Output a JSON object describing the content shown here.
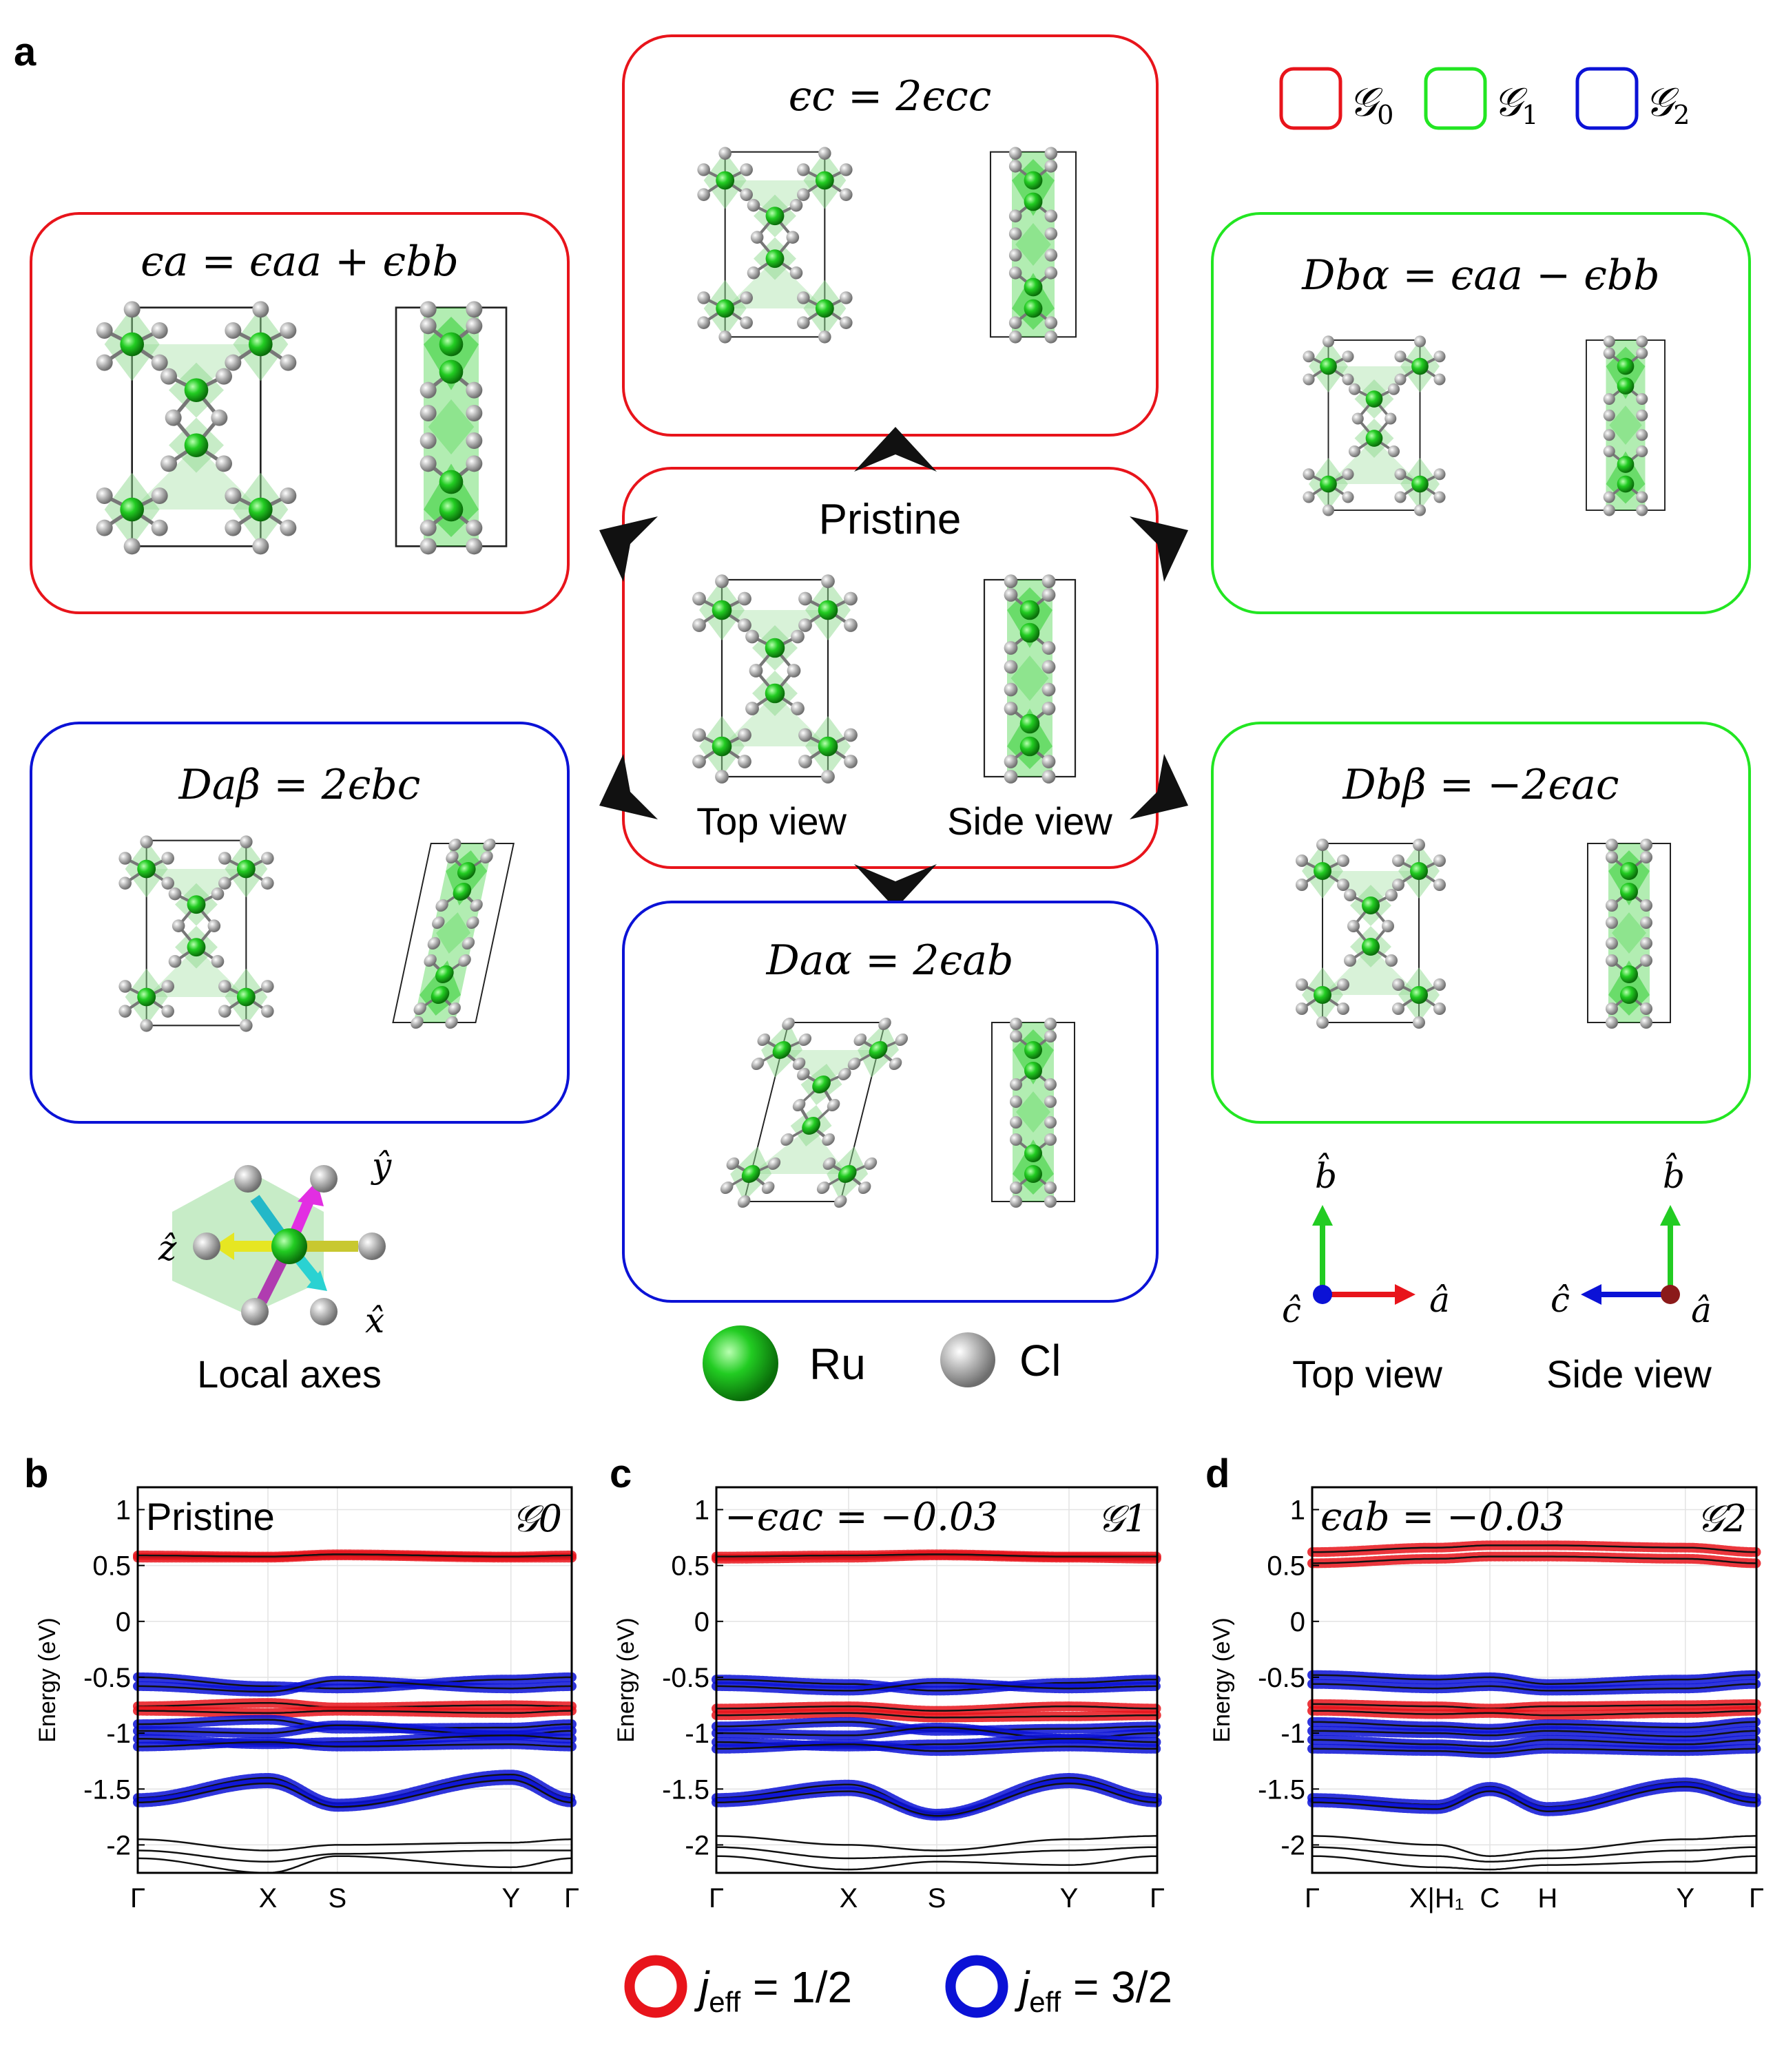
{
  "panel_labels": {
    "a": "a",
    "b": "b",
    "c": "c",
    "d": "d"
  },
  "group_legend": [
    {
      "symbol": "𝒢",
      "sub": "0",
      "color": "#e8141b"
    },
    {
      "symbol": "𝒢",
      "sub": "1",
      "color": "#22e622"
    },
    {
      "symbol": "𝒢",
      "sub": "2",
      "color": "#0b12d6"
    }
  ],
  "structures": {
    "pristine": {
      "title": "Pristine",
      "top_label": "Top view",
      "side_label": "Side view",
      "color": "#e8141b"
    },
    "ec": {
      "title": "ϵc = 2ϵcc",
      "color": "#e8141b"
    },
    "ea": {
      "title": "ϵa = ϵaa + ϵbb",
      "color": "#e8141b"
    },
    "dba": {
      "title": "Dbα = ϵaa − ϵbb",
      "color": "#22e622"
    },
    "dab": {
      "title": "Daβ = 2ϵbc",
      "color": "#0b12d6"
    },
    "dbb": {
      "title": "Dbβ = −2ϵac",
      "color": "#22e622"
    },
    "daa": {
      "title": "Daα = 2ϵab",
      "color": "#0b12d6"
    }
  },
  "local_axes": {
    "label": "Local axes",
    "y": "ŷ",
    "z": "ẑ",
    "x": "x̂"
  },
  "atoms": {
    "ru": "Ru",
    "cl": "Cl"
  },
  "frames": {
    "top": {
      "label": "Top view",
      "b": "b̂",
      "c": "ĉ",
      "a": "â"
    },
    "side": {
      "label": "Side view",
      "b": "b̂",
      "c": "ĉ",
      "a": "â"
    }
  },
  "chart_data": [
    {
      "type": "line",
      "panel": "b",
      "annotation": "Pristine",
      "group": "𝒢0",
      "ylabel": "Energy (eV)",
      "ylim": [
        -2.25,
        1.2
      ],
      "yticks": [
        1,
        0.5,
        0,
        -0.5,
        -1,
        -1.5,
        -2
      ],
      "ytick_labels": [
        "1",
        "0.5",
        "0",
        "-0.5",
        "-1",
        "-1.5",
        "-2"
      ],
      "kpoints": [
        "Γ",
        "X",
        "S",
        "Y",
        "Γ"
      ],
      "kpos": [
        0,
        0.3,
        0.46,
        0.86,
        1
      ],
      "series": [
        {
          "kind": "jhalf",
          "y": [
            0.57,
            0.57,
            0.59,
            0.57,
            0.57
          ]
        },
        {
          "kind": "jhalf",
          "y": [
            0.59,
            0.58,
            0.6,
            0.58,
            0.59
          ]
        },
        {
          "kind": "jthree",
          "y": [
            -0.5,
            -0.58,
            -0.6,
            -0.52,
            -0.5
          ]
        },
        {
          "kind": "jthree",
          "y": [
            -0.58,
            -0.63,
            -0.53,
            -0.6,
            -0.58
          ]
        },
        {
          "kind": "jhalf",
          "y": [
            -0.76,
            -0.73,
            -0.77,
            -0.75,
            -0.76
          ]
        },
        {
          "kind": "jhalf",
          "y": [
            -0.8,
            -0.82,
            -0.8,
            -0.82,
            -0.8
          ]
        },
        {
          "kind": "jthree",
          "y": [
            -0.92,
            -0.88,
            -0.96,
            -0.95,
            -0.92
          ]
        },
        {
          "kind": "jthree",
          "y": [
            -0.98,
            -1.0,
            -0.93,
            -1.02,
            -0.98
          ]
        },
        {
          "kind": "jthree",
          "y": [
            -1.05,
            -1.1,
            -1.08,
            -1.02,
            -1.05
          ]
        },
        {
          "kind": "jthree",
          "y": [
            -1.12,
            -1.08,
            -1.12,
            -1.1,
            -1.12
          ]
        },
        {
          "kind": "jthree",
          "y": [
            -1.58,
            -1.4,
            -1.63,
            -1.37,
            -1.58
          ]
        },
        {
          "kind": "jthree",
          "y": [
            -1.62,
            -1.45,
            -1.66,
            -1.42,
            -1.62
          ]
        },
        {
          "kind": "black",
          "y": [
            -1.95,
            -2.05,
            -2.0,
            -1.98,
            -1.95
          ]
        },
        {
          "kind": "black",
          "y": [
            -2.05,
            -2.15,
            -2.08,
            -2.05,
            -2.05
          ]
        },
        {
          "kind": "black",
          "y": [
            -2.12,
            -2.25,
            -2.1,
            -2.2,
            -2.12
          ]
        }
      ]
    },
    {
      "type": "line",
      "panel": "c",
      "annotation": "−ϵac = −0.03",
      "group": "𝒢1",
      "ylabel": "Energy (eV)",
      "ylim": [
        -2.25,
        1.2
      ],
      "yticks": [
        1,
        0.5,
        0,
        -0.5,
        -1,
        -1.5,
        -2
      ],
      "ytick_labels": [
        "1",
        "0.5",
        "0",
        "-0.5",
        "-1",
        "-1.5",
        "-2"
      ],
      "kpoints": [
        "Γ",
        "X",
        "S",
        "Y",
        "Γ"
      ],
      "kpos": [
        0,
        0.3,
        0.5,
        0.8,
        1
      ],
      "series": [
        {
          "kind": "jhalf",
          "y": [
            0.56,
            0.57,
            0.59,
            0.57,
            0.56
          ]
        },
        {
          "kind": "jhalf",
          "y": [
            0.58,
            0.59,
            0.6,
            0.58,
            0.58
          ]
        },
        {
          "kind": "jthree",
          "y": [
            -0.52,
            -0.56,
            -0.62,
            -0.55,
            -0.52
          ]
        },
        {
          "kind": "jthree",
          "y": [
            -0.58,
            -0.62,
            -0.55,
            -0.6,
            -0.58
          ]
        },
        {
          "kind": "jhalf",
          "y": [
            -0.78,
            -0.76,
            -0.8,
            -0.76,
            -0.78
          ]
        },
        {
          "kind": "jhalf",
          "y": [
            -0.84,
            -0.82,
            -0.86,
            -0.85,
            -0.84
          ]
        },
        {
          "kind": "jthree",
          "y": [
            -0.94,
            -0.9,
            -0.98,
            -0.96,
            -0.94
          ]
        },
        {
          "kind": "jthree",
          "y": [
            -1.0,
            -1.02,
            -0.95,
            -1.05,
            -1.0
          ]
        },
        {
          "kind": "jthree",
          "y": [
            -1.08,
            -1.12,
            -1.1,
            -1.05,
            -1.08
          ]
        },
        {
          "kind": "jthree",
          "y": [
            -1.14,
            -1.1,
            -1.16,
            -1.12,
            -1.14
          ]
        },
        {
          "kind": "jthree",
          "y": [
            -1.58,
            -1.46,
            -1.72,
            -1.4,
            -1.58
          ]
        },
        {
          "kind": "jthree",
          "y": [
            -1.62,
            -1.52,
            -1.74,
            -1.45,
            -1.62
          ]
        },
        {
          "kind": "black",
          "y": [
            -1.92,
            -2.0,
            -2.05,
            -1.95,
            -1.92
          ]
        },
        {
          "kind": "black",
          "y": [
            -2.02,
            -2.12,
            -2.1,
            -2.05,
            -2.02
          ]
        },
        {
          "kind": "black",
          "y": [
            -2.1,
            -2.22,
            -2.15,
            -2.18,
            -2.1
          ]
        }
      ]
    },
    {
      "type": "line",
      "panel": "d",
      "annotation": "ϵab = −0.03",
      "group": "𝒢2",
      "ylabel": "Energy (eV)",
      "ylim": [
        -2.25,
        1.2
      ],
      "yticks": [
        1,
        0.5,
        0,
        -0.5,
        -1,
        -1.5,
        -2
      ],
      "ytick_labels": [
        "1",
        "0.5",
        "0",
        "-0.5",
        "-1",
        "-1.5",
        "-2"
      ],
      "kpoints": [
        "Γ",
        "X|H₁",
        "C",
        "H",
        "Y",
        "Γ"
      ],
      "kpos": [
        0,
        0.28,
        0.4,
        0.53,
        0.84,
        1
      ],
      "series": [
        {
          "kind": "jhalf",
          "y": [
            0.52,
            0.56,
            0.58,
            0.58,
            0.56,
            0.52
          ]
        },
        {
          "kind": "jhalf",
          "y": [
            0.62,
            0.66,
            0.68,
            0.68,
            0.66,
            0.62
          ]
        },
        {
          "kind": "jthree",
          "y": [
            -0.48,
            -0.52,
            -0.5,
            -0.56,
            -0.52,
            -0.48
          ]
        },
        {
          "kind": "jthree",
          "y": [
            -0.56,
            -0.6,
            -0.58,
            -0.62,
            -0.6,
            -0.56
          ]
        },
        {
          "kind": "jhalf",
          "y": [
            -0.74,
            -0.76,
            -0.78,
            -0.76,
            -0.75,
            -0.74
          ]
        },
        {
          "kind": "jhalf",
          "y": [
            -0.8,
            -0.83,
            -0.82,
            -0.84,
            -0.82,
            -0.8
          ]
        },
        {
          "kind": "jthree",
          "y": [
            -0.9,
            -0.94,
            -0.96,
            -0.92,
            -0.95,
            -0.9
          ]
        },
        {
          "kind": "jthree",
          "y": [
            -0.98,
            -1.0,
            -1.02,
            -0.98,
            -1.03,
            -0.98
          ]
        },
        {
          "kind": "jthree",
          "y": [
            -1.06,
            -1.1,
            -1.12,
            -1.06,
            -1.1,
            -1.06
          ]
        },
        {
          "kind": "jthree",
          "y": [
            -1.14,
            -1.16,
            -1.18,
            -1.14,
            -1.16,
            -1.14
          ]
        },
        {
          "kind": "jthree",
          "y": [
            -1.58,
            -1.64,
            -1.48,
            -1.66,
            -1.44,
            -1.58
          ]
        },
        {
          "kind": "jthree",
          "y": [
            -1.62,
            -1.68,
            -1.52,
            -1.7,
            -1.48,
            -1.62
          ]
        },
        {
          "kind": "black",
          "y": [
            -1.92,
            -2.0,
            -2.1,
            -2.05,
            -1.95,
            -1.92
          ]
        },
        {
          "kind": "black",
          "y": [
            -2.02,
            -2.1,
            -2.15,
            -2.12,
            -2.05,
            -2.02
          ]
        },
        {
          "kind": "black",
          "y": [
            -2.1,
            -2.2,
            -2.22,
            -2.18,
            -2.15,
            -2.1
          ]
        }
      ]
    }
  ],
  "band_legend": [
    {
      "label_main": "j",
      "label_sub": "eff",
      "label_rest": " = 1/2",
      "color": "#e8141b"
    },
    {
      "label_main": "j",
      "label_sub": "eff",
      "label_rest": " = 3/2",
      "color": "#0b12d6"
    }
  ]
}
